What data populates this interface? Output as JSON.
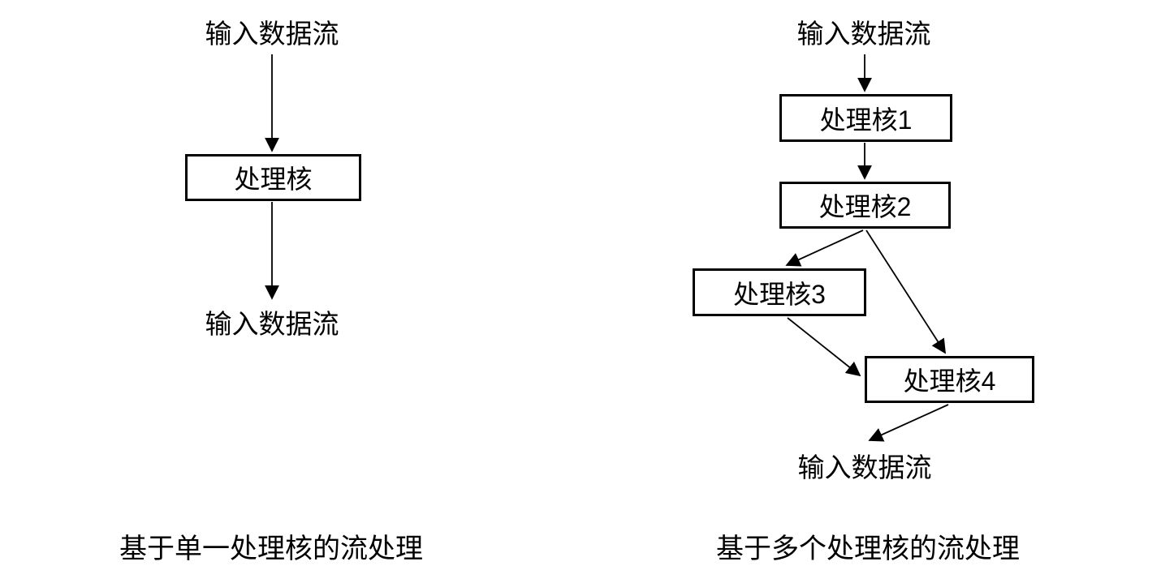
{
  "page": {
    "background_color": "#ffffff",
    "line_color": "#000000"
  },
  "left_diagram": {
    "input_label": "输入数据流",
    "core_label": "处理核",
    "output_label": "输入数据流",
    "caption": "基于单一处理核的流处理",
    "edges": [
      {
        "from": "input-stream",
        "to": "core"
      },
      {
        "from": "core",
        "to": "output-stream"
      }
    ]
  },
  "right_diagram": {
    "input_label": "输入数据流",
    "nodes": [
      {
        "label": "处理核1"
      },
      {
        "label": "处理核2"
      },
      {
        "label": "处理核3"
      },
      {
        "label": "处理核4"
      }
    ],
    "output_label": "输入数据流",
    "caption": "基于多个处理核的流处理",
    "edges": [
      {
        "from": "input-stream",
        "to": "core1"
      },
      {
        "from": "core1",
        "to": "core2"
      },
      {
        "from": "core2",
        "to": "core3"
      },
      {
        "from": "core2",
        "to": "core4"
      },
      {
        "from": "core3",
        "to": "core4"
      },
      {
        "from": "core4",
        "to": "output-stream"
      }
    ]
  }
}
